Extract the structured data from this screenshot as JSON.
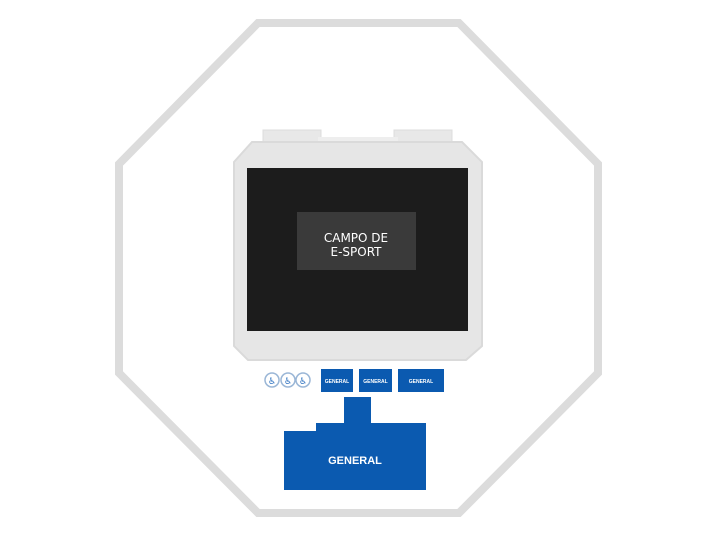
{
  "map": {
    "field": {
      "line1": "CAMPO DE",
      "line2": "E-SPORT"
    },
    "sections": {
      "small_1": "GENERAL",
      "small_2": "GENERAL",
      "small_3": "GENERAL",
      "main": "GENERAL"
    },
    "accessibility_icons": [
      "accessibility-icon",
      "accessibility-icon",
      "accessibility-icon"
    ],
    "colors": {
      "section_fill": "#0b5ab0",
      "field_fill": "#1c1c1c",
      "field_label_box": "#3a3a3a",
      "outline": "#dcdcdc",
      "stage_fill": "#e6e6e6"
    }
  }
}
